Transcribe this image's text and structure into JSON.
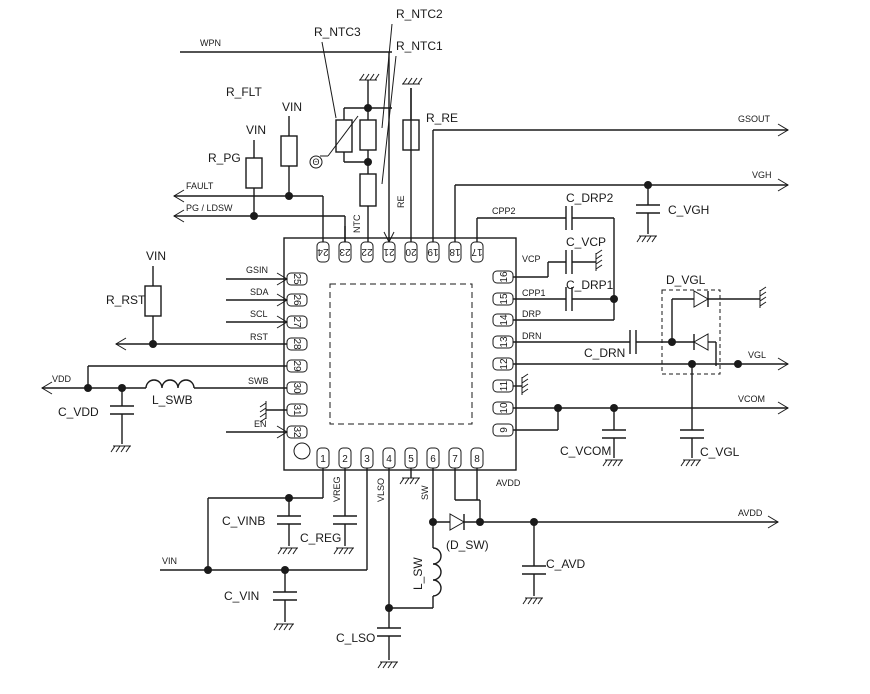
{
  "components": {
    "r_ntc2": "R_NTC2",
    "r_ntc3": "R_NTC3",
    "r_ntc1": "R_NTC1",
    "r_flt": "R_FLT",
    "r_pg": "R_PG",
    "r_re": "R_RE",
    "r_rst": "R_RST",
    "l_swb": "L_SWB",
    "c_vdd": "C_VDD",
    "c_vinb": "C_VINB",
    "c_reg": "C_REG",
    "c_vin": "C_VIN",
    "c_lso": "C_LSO",
    "l_sw": "L_SW",
    "d_sw": "(D_SW)",
    "c_avd": "C_AVD",
    "c_drp2": "C_DRP2",
    "c_vcp": "C_VCP",
    "c_drp1": "C_DRP1",
    "c_drn": "C_DRN",
    "c_vgh": "C_VGH",
    "d_vgl": "D_VGL",
    "c_vcom": "C_VCOM",
    "c_vgl": "C_VGL",
    "theta": "Θ"
  },
  "nets": {
    "wpn": "WPN",
    "vin_flt": "VIN",
    "vin_pg": "VIN",
    "vin_rst": "VIN",
    "vin_bottom": "VIN",
    "fault": "FAULT",
    "pg_ldsw": "PG / LDSW",
    "gsout": "GSOUT",
    "vgh": "VGH",
    "gsin": "GSIN",
    "sda": "SDA",
    "scl": "SCL",
    "rst": "RST",
    "vdd": "VDD",
    "swb": "SWB",
    "en": "EN",
    "vgl": "VGL",
    "vcom": "VCOM",
    "avdd": "AVDD",
    "avdd_pin": "AVDD",
    "cpp2": "CPP2",
    "vcp": "VCP",
    "cpp1": "CPP1",
    "drp": "DRP",
    "drn": "DRN",
    "ntc": "NTC",
    "re": "RE",
    "vreg": "VREG",
    "vlso": "VLSO",
    "sw": "SW"
  },
  "pins": {
    "top": [
      "24",
      "23",
      "22",
      "21",
      "20",
      "19",
      "18",
      "17"
    ],
    "left": [
      "25",
      "26",
      "27",
      "28",
      "29",
      "30",
      "31",
      "32"
    ],
    "bottom": [
      "1",
      "2",
      "3",
      "4",
      "5",
      "6",
      "7",
      "8"
    ],
    "right": [
      "16",
      "15",
      "14",
      "13",
      "12",
      "11",
      "10",
      "9"
    ]
  }
}
